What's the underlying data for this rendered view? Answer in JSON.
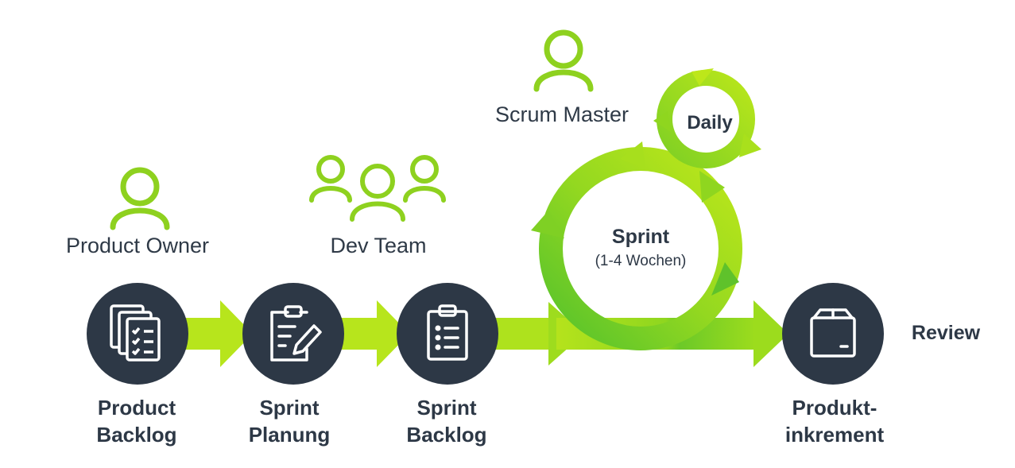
{
  "roles": {
    "product_owner": "Product Owner",
    "dev_team": "Dev Team",
    "scrum_master": "Scrum Master"
  },
  "steps": {
    "product_backlog": [
      "Product",
      "Backlog"
    ],
    "sprint_planung": [
      "Sprint",
      "Planung"
    ],
    "sprint_backlog": [
      "Sprint",
      "Backlog"
    ],
    "produktinkrement": [
      "Produkt-",
      "inkrement"
    ]
  },
  "cycle": {
    "sprint_title": "Sprint",
    "sprint_duration": "(1-4 Wochen)",
    "daily": "Daily",
    "review": "Review"
  },
  "colors": {
    "green_light": "#b7e51c",
    "green_mid": "#8cd61e",
    "green_dark": "#5cc62b",
    "node_fill": "#2d3846",
    "icon_stroke": "#ffffff",
    "text": "#2d3846"
  },
  "icons": [
    "person-icon",
    "team-icon",
    "documents-checklist-icon",
    "clipboard-pencil-icon",
    "clipboard-list-icon",
    "package-box-icon"
  ]
}
